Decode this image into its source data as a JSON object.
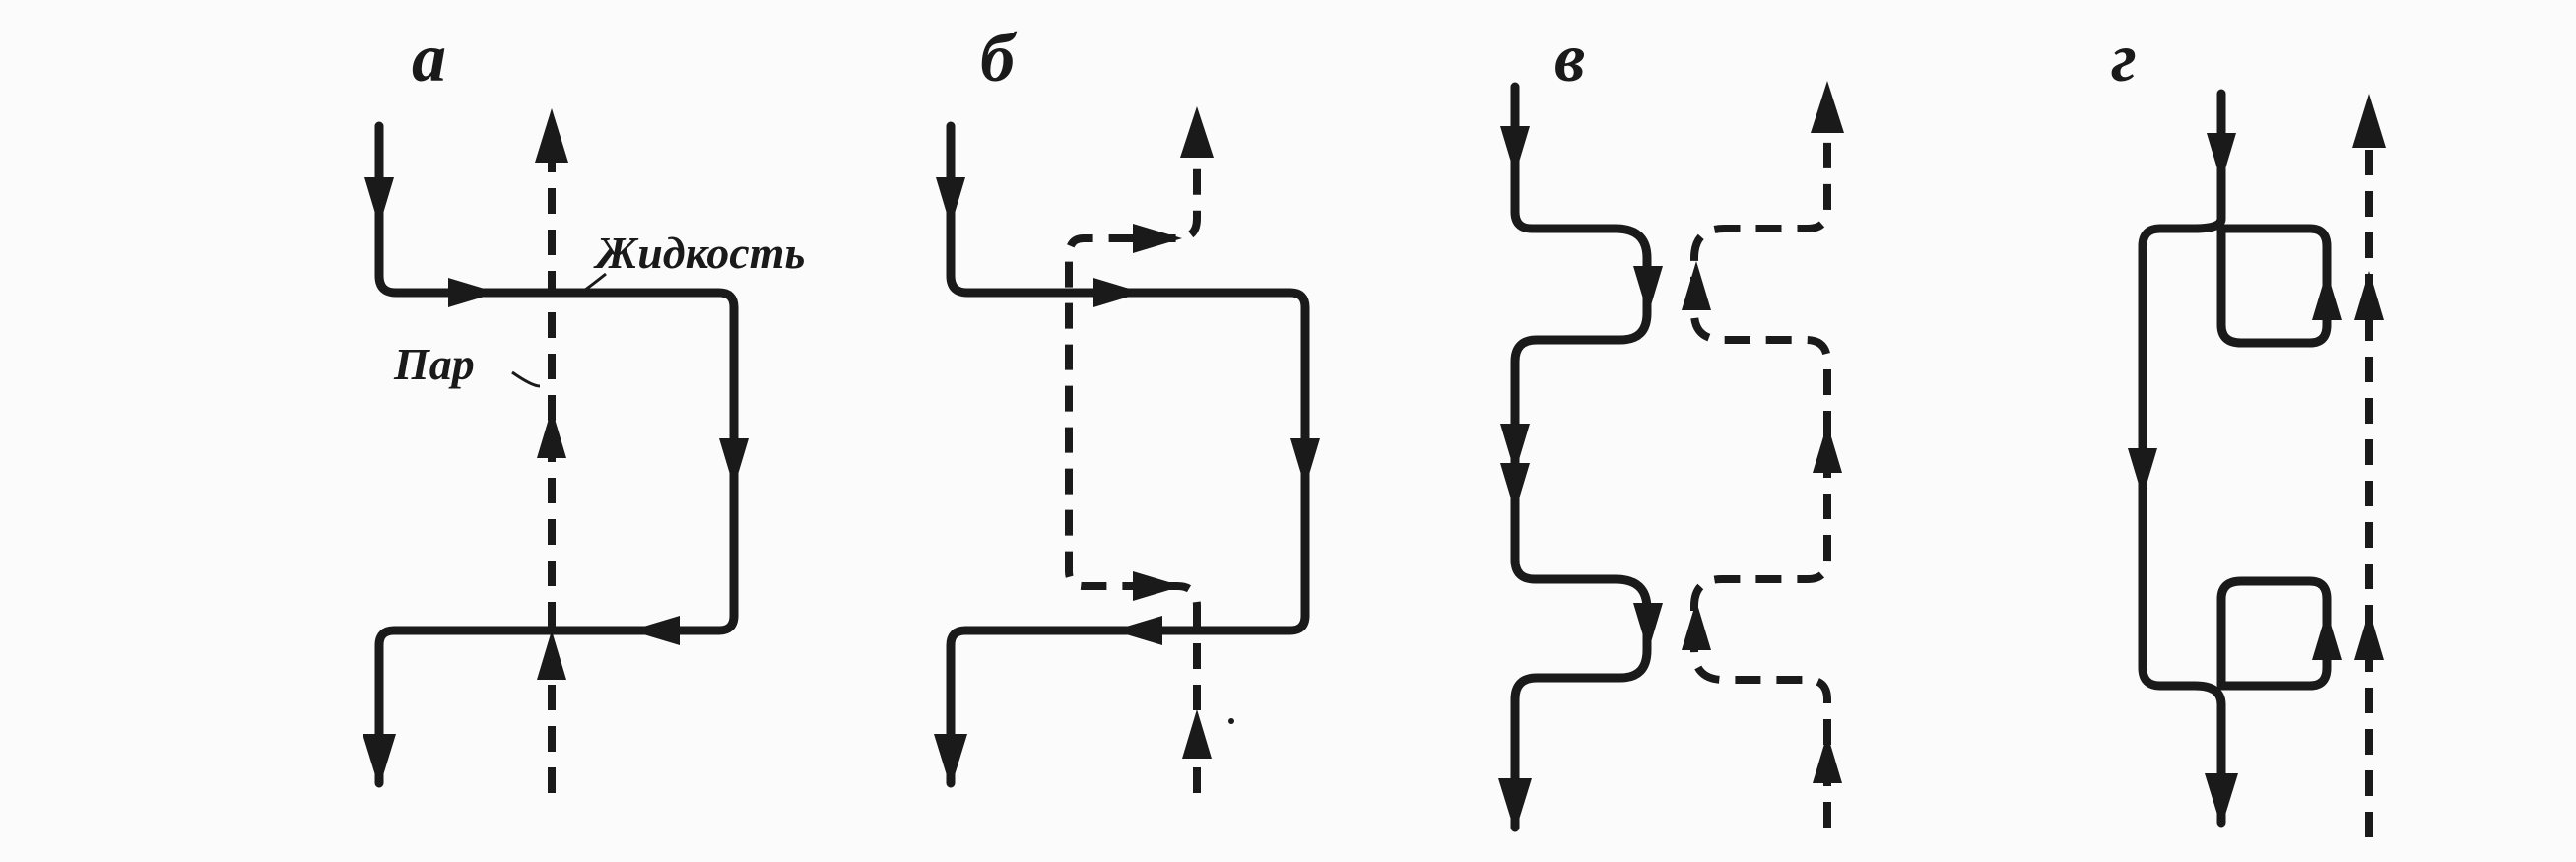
{
  "panels": [
    {
      "letter": "а"
    },
    {
      "letter": "б"
    },
    {
      "letter": "в"
    },
    {
      "letter": "г"
    }
  ],
  "labels": {
    "liquid": "Жидкость",
    "vapor": "Пар"
  },
  "colors": {
    "ink": "#1a1a1a",
    "background": "#fbfbfb"
  }
}
